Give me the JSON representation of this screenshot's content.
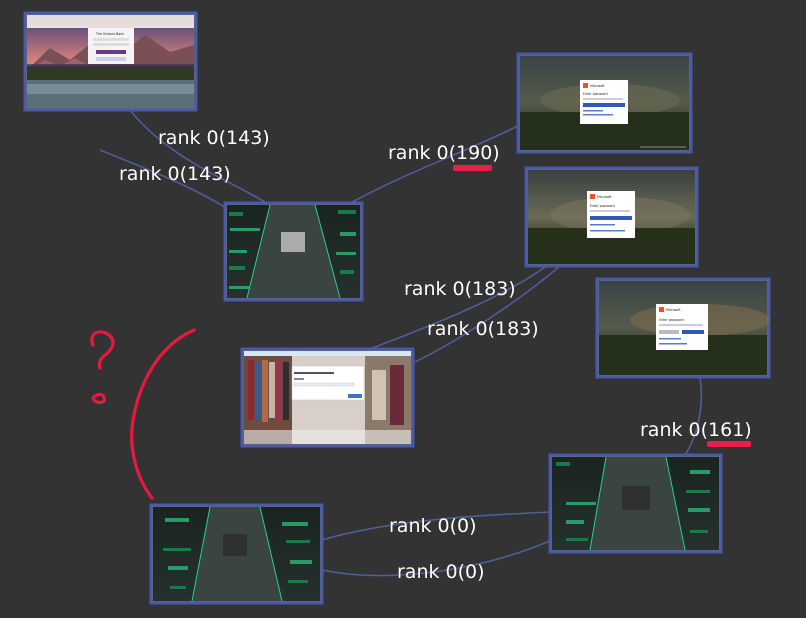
{
  "edge_labels": {
    "e1": "rank 0(143)",
    "e2": "rank 0(143)",
    "e3": "rank 0(190)",
    "e4": "rank 0(183)",
    "e5": "rank 0(183)",
    "e6": "rank 0(161)",
    "e7": "rank 0(0)",
    "e8": "rank 0(0)"
  },
  "thumb_text": {
    "bank_title": "The Victoria Bank",
    "ms_brand": "Microsoft",
    "enter_password": "Enter password",
    "sign_in": "Sign in"
  },
  "annotation": {
    "ink_color": "#e8183f",
    "edge_color": "#4f5d9a",
    "frame_color": "#4a5aa8"
  }
}
